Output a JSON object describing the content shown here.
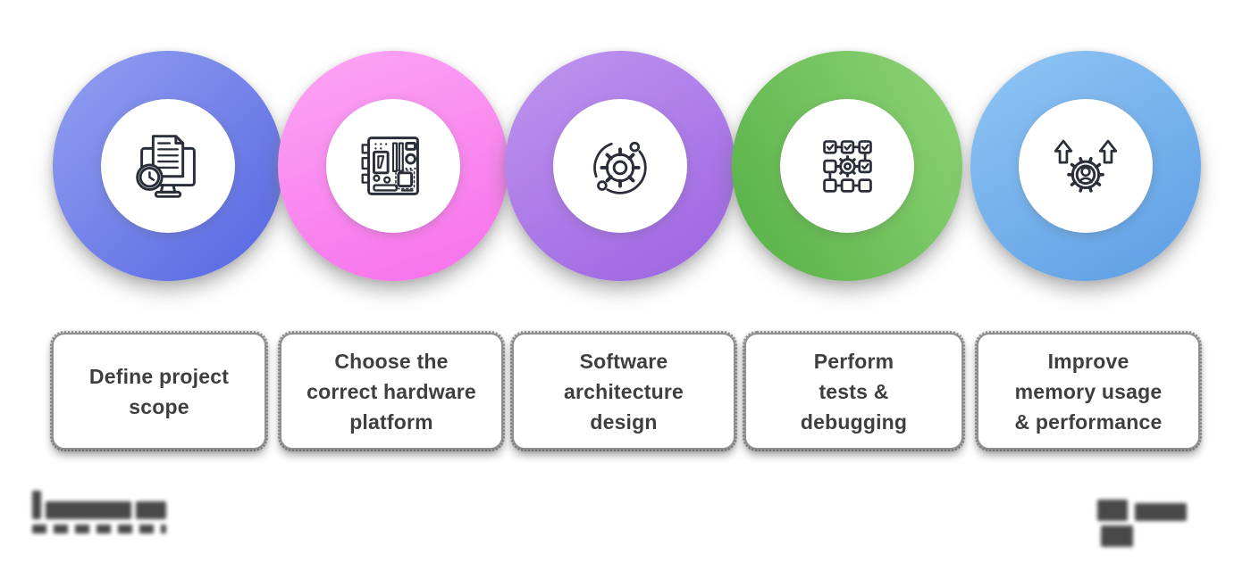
{
  "steps": [
    {
      "label": "Define project\nscope",
      "icon": "monitor-document-clock-icon",
      "circle_gradient": {
        "from": "#94A0F0",
        "to": "#5566E2",
        "angle": 135
      }
    },
    {
      "label": "Choose the\ncorrect hardware\nplatform",
      "icon": "motherboard-icon",
      "circle_gradient": {
        "from": "#FCA6F4",
        "to": "#F76FEB",
        "angle": 160
      }
    },
    {
      "label": "Software\narchitecture\ndesign",
      "icon": "gear-orbit-icon",
      "circle_gradient": {
        "from": "#BF95EF",
        "to": "#9C63E1",
        "angle": 150
      }
    },
    {
      "label": "Perform\ntests &\ndebugging",
      "icon": "flowchart-checkboxes-gear-icon",
      "circle_gradient": {
        "from": "#8FD478",
        "to": "#56B045",
        "angle": 240
      }
    },
    {
      "label": "Improve\nmemory usage\n& performance",
      "icon": "gear-person-growth-arrows-icon",
      "circle_gradient": {
        "from": "#91C6F4",
        "to": "#5C9DE4",
        "angle": 150
      }
    }
  ],
  "styles": {
    "label_text_color": "#3F3F3F",
    "icon_stroke_color": "#2A2E38",
    "card_background": "#FFFFFF",
    "watermark_color": "#3A3A3A",
    "page_background": "#FFFFFF"
  }
}
